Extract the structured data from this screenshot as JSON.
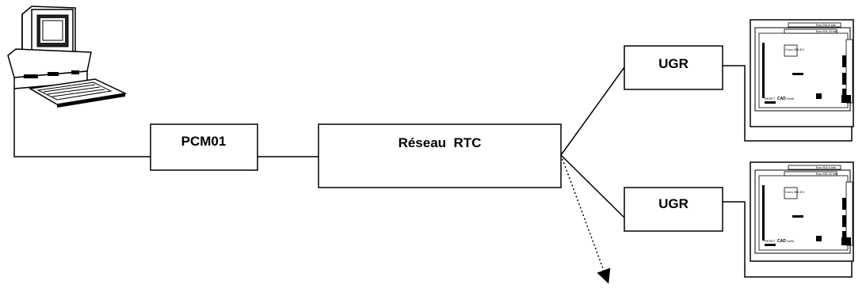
{
  "nodes": {
    "pcm": {
      "label": "PCM01"
    },
    "network": {
      "label": "Réseau  RTC"
    },
    "ugr_top": {
      "label": "UGR"
    },
    "ugr_bottom": {
      "label": "UGR"
    }
  },
  "board": {
    "top_bus_a": "Bus ISA 8 bits",
    "top_bus_b": "Bus ISA 16 bits",
    "top_chip": "Cram 386 EX",
    "top_reset": "RESET",
    "top_cad": "CAD",
    "top_verte": "Verte",
    "bot_bus_a": "Bus ISA 8 bits",
    "bot_bus_b": "Bus ISA 16 bits",
    "bot_chip": "Cram 386 EX",
    "bot_reset": "RESET",
    "bot_cad": "CAD",
    "bot_verte": "Verte"
  },
  "colors": {
    "line": "#000000",
    "background": "#ffffff"
  }
}
